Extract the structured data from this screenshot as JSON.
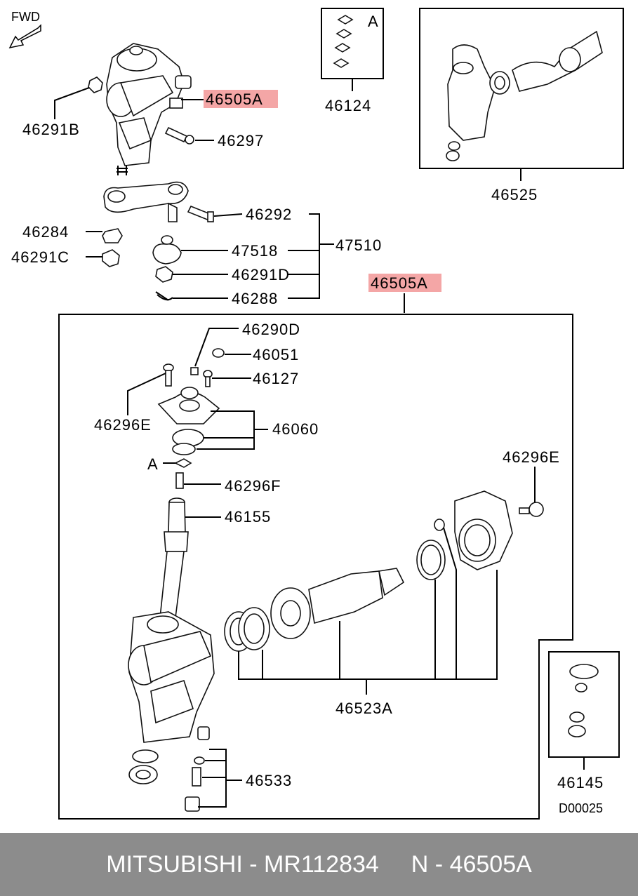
{
  "orientation": "FWD",
  "inset_a_marker": "A",
  "labels": {
    "top_46505A": "46505A",
    "p46291B": "46291B",
    "p46297": "46297",
    "p46124": "46124",
    "p46525": "46525",
    "p46292": "46292",
    "p46284": "46284",
    "p47518": "47518",
    "p47510": "47510",
    "p46291C": "46291C",
    "p46291D": "46291D",
    "p46288": "46288",
    "box_46505A": "46505A",
    "p46290D": "46290D",
    "p46051": "46051",
    "p46127": "46127",
    "p46296E_left": "46296E",
    "p46060": "46060",
    "marker_A": "A",
    "p46296F": "46296F",
    "p46155": "46155",
    "p46296E_right": "46296E",
    "p46523A": "46523A",
    "p46533": "46533",
    "p46145": "46145",
    "doc_code": "D00025"
  },
  "highlight_color": "#f4a6a6",
  "footer": {
    "brand_part": "MITSUBISHI - MR112834",
    "ref_number": "N - 46505A",
    "background": "#8c8c8c"
  }
}
